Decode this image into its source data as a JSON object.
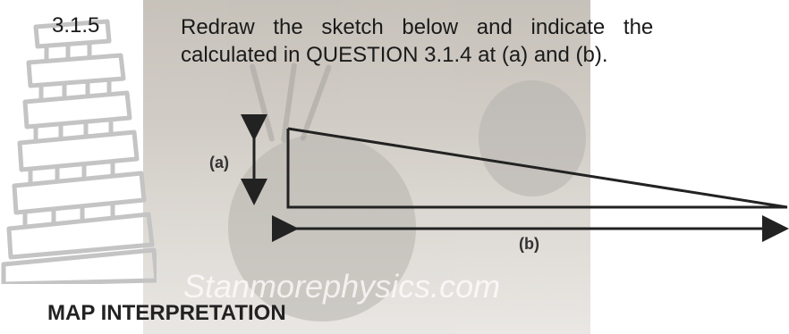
{
  "question": {
    "number": "3.1.5",
    "line1": "Redraw the sketch below and indicate the",
    "line2": "calculated in QUESTION 3.1.4 at (a) and (b)."
  },
  "sketch": {
    "label_a": "(a)",
    "label_b": "(b)"
  },
  "watermark": "Stanmorephysics.com",
  "heading": "MAP INTERPRETATION",
  "colors": {
    "text": "#1a1a1a",
    "line": "#222222",
    "tower_outline": "#c4c4c4"
  }
}
